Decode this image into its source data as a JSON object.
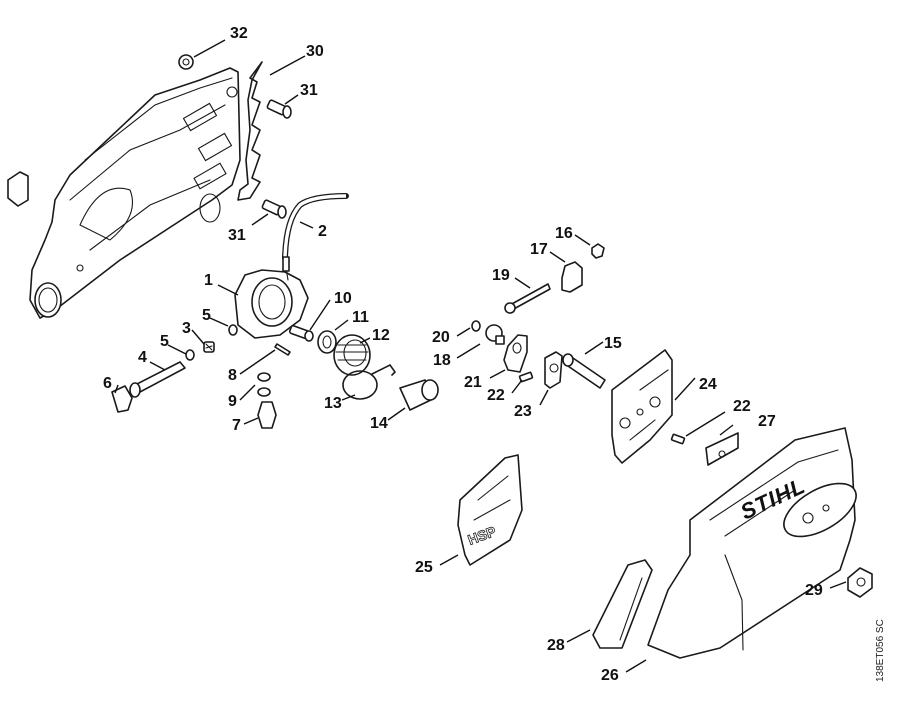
{
  "diagram": {
    "type": "exploded-parts-diagram",
    "brand_text": "STIHL",
    "drawing_code": "138ET056 SC",
    "callouts": [
      {
        "id": "1",
        "label": "1"
      },
      {
        "id": "2",
        "label": "2"
      },
      {
        "id": "3",
        "label": "3"
      },
      {
        "id": "4",
        "label": "4"
      },
      {
        "id": "5a",
        "label": "5"
      },
      {
        "id": "5b",
        "label": "5"
      },
      {
        "id": "6",
        "label": "6"
      },
      {
        "id": "7",
        "label": "7"
      },
      {
        "id": "8",
        "label": "8"
      },
      {
        "id": "9",
        "label": "9"
      },
      {
        "id": "10",
        "label": "10"
      },
      {
        "id": "11",
        "label": "11"
      },
      {
        "id": "12",
        "label": "12"
      },
      {
        "id": "13",
        "label": "13"
      },
      {
        "id": "14",
        "label": "14"
      },
      {
        "id": "15",
        "label": "15"
      },
      {
        "id": "16",
        "label": "16"
      },
      {
        "id": "17",
        "label": "17"
      },
      {
        "id": "18",
        "label": "18"
      },
      {
        "id": "19",
        "label": "19"
      },
      {
        "id": "20",
        "label": "20"
      },
      {
        "id": "21",
        "label": "21"
      },
      {
        "id": "22a",
        "label": "22"
      },
      {
        "id": "22b",
        "label": "22"
      },
      {
        "id": "23",
        "label": "23"
      },
      {
        "id": "24",
        "label": "24"
      },
      {
        "id": "25",
        "label": "25"
      },
      {
        "id": "26",
        "label": "26"
      },
      {
        "id": "27",
        "label": "27"
      },
      {
        "id": "28",
        "label": "28"
      },
      {
        "id": "29",
        "label": "29"
      },
      {
        "id": "30",
        "label": "30"
      },
      {
        "id": "31a",
        "label": "31"
      },
      {
        "id": "31b",
        "label": "31"
      },
      {
        "id": "32",
        "label": "32"
      }
    ]
  }
}
